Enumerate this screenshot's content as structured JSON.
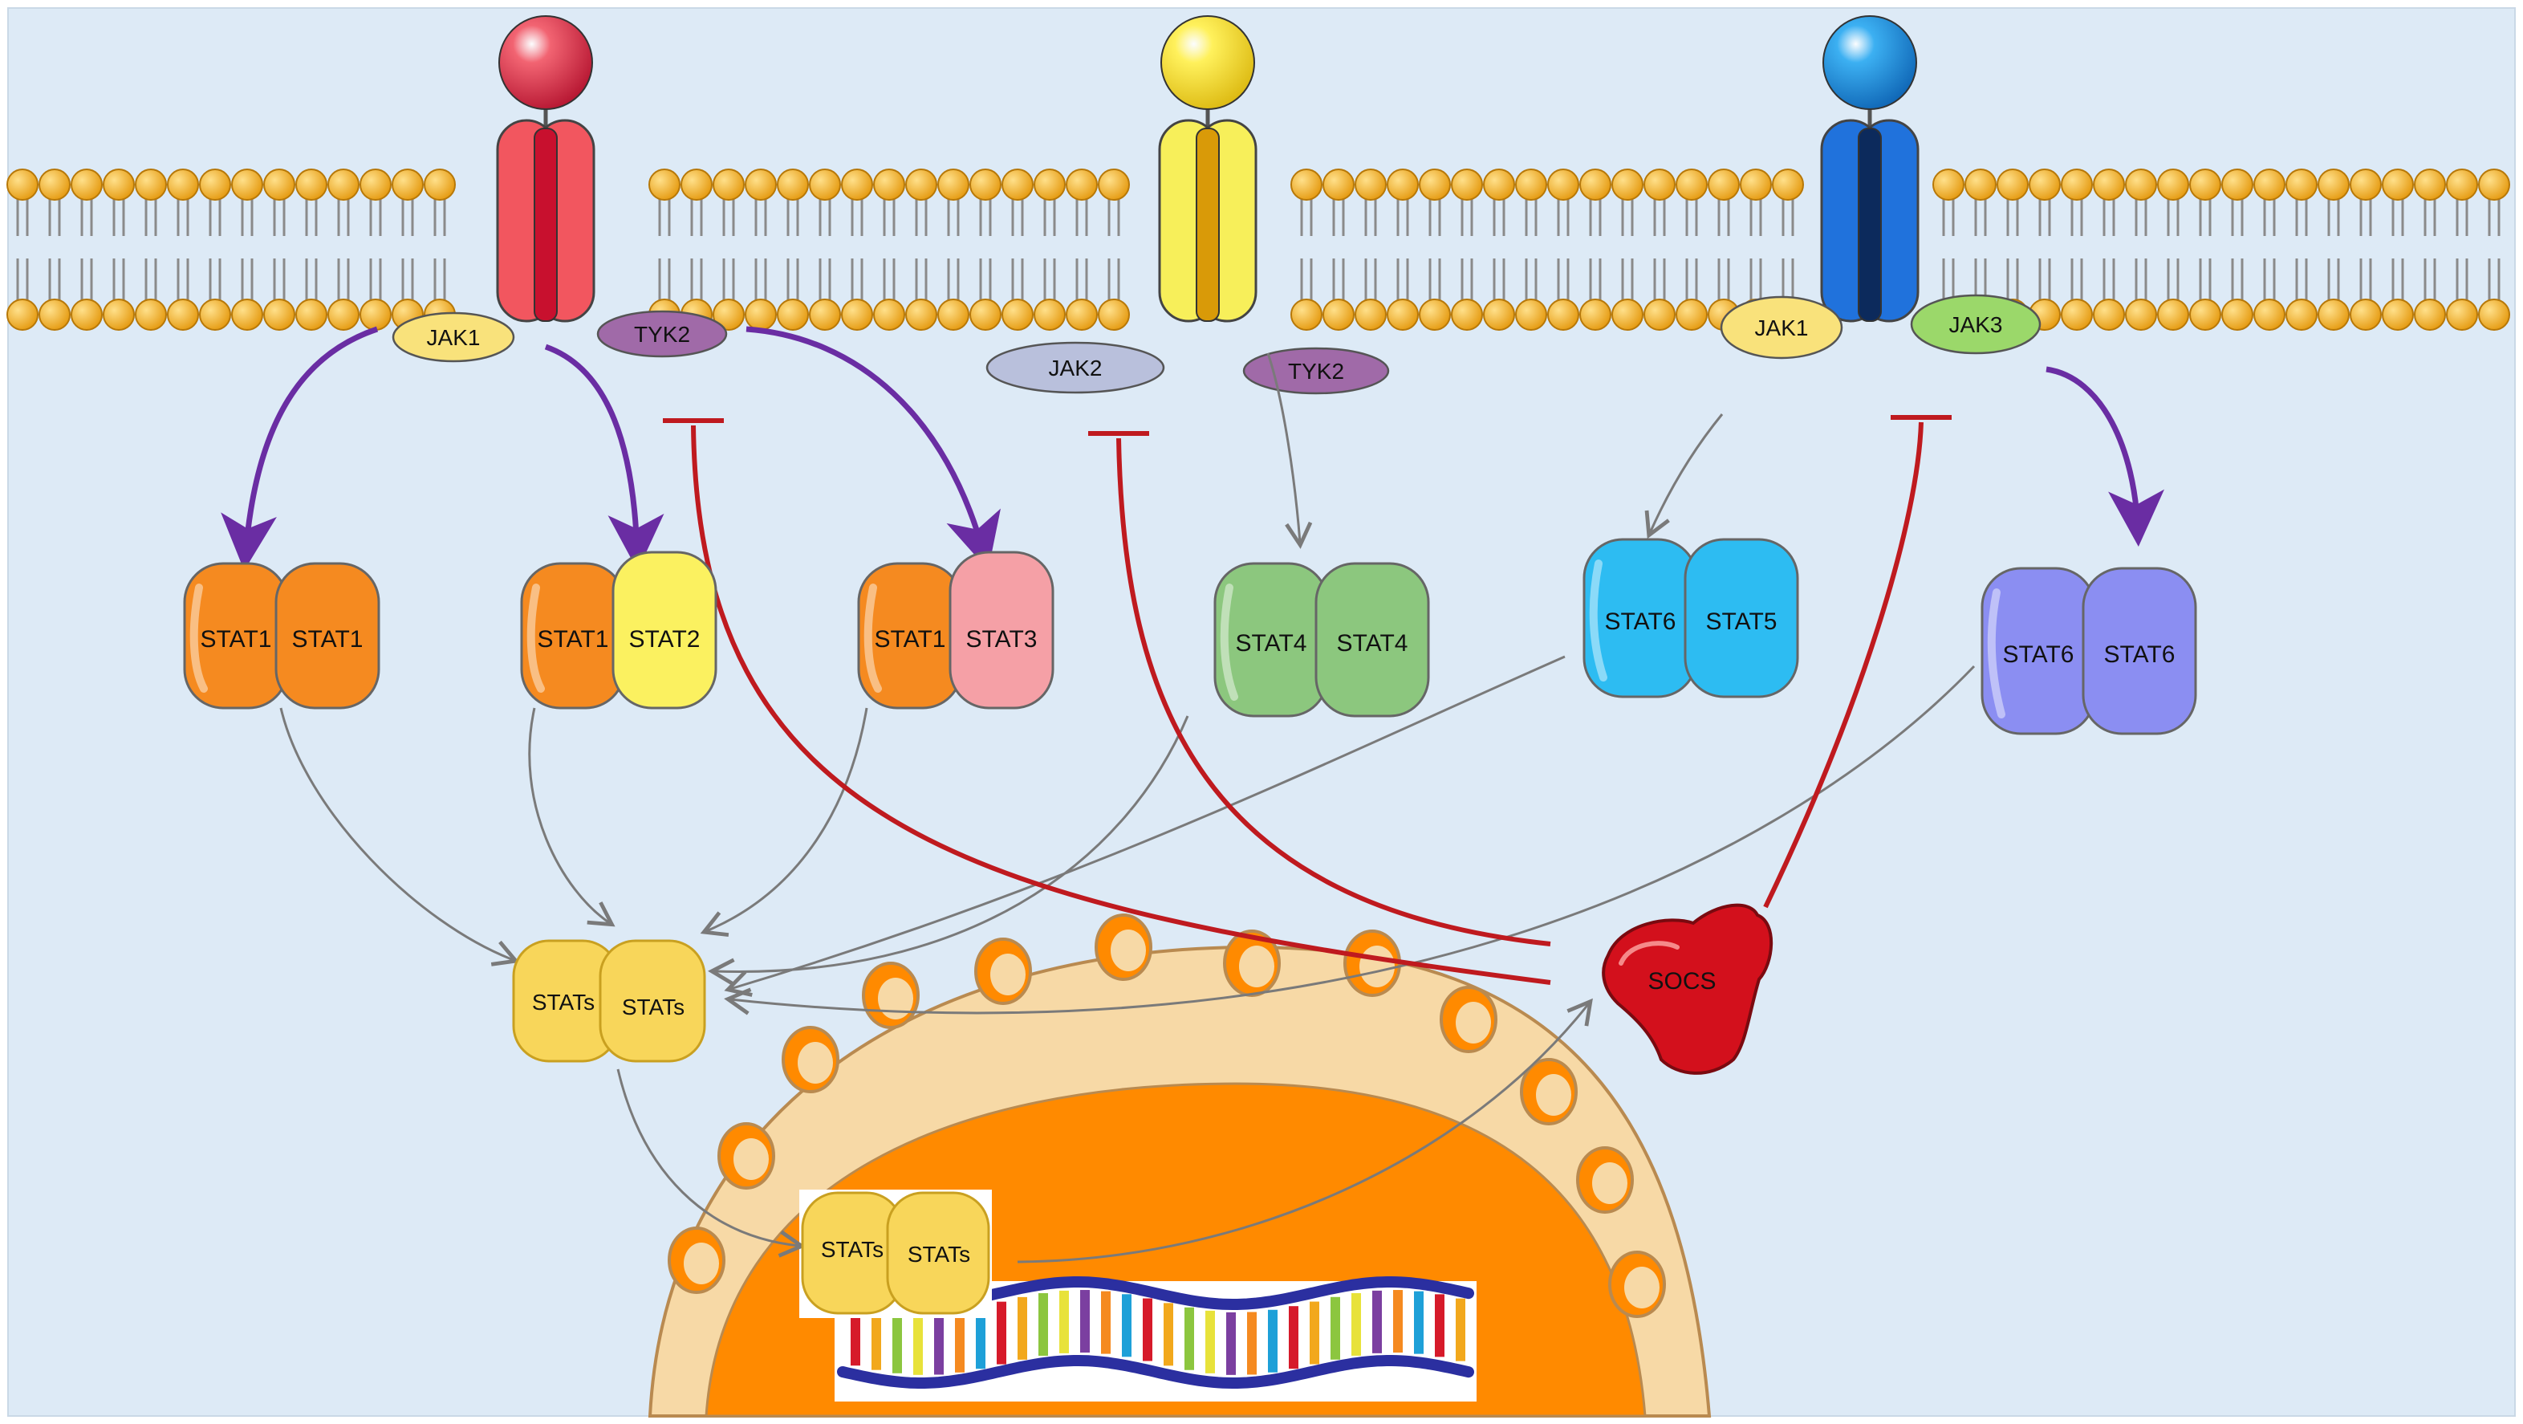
{
  "receptors": [
    {
      "id": "r1",
      "kinases": [
        "JAK1",
        "TYK2"
      ],
      "ball_color": "#d8203e",
      "body_color": "#f2565f",
      "core_color": "#c8102e"
    },
    {
      "id": "r2",
      "kinases": [
        "JAK2",
        "TYK2"
      ],
      "ball_color": "#f3de1a",
      "body_color": "#f7ef5a",
      "core_color": "#d99a08"
    },
    {
      "id": "r3",
      "kinases": [
        "JAK1",
        "JAK3"
      ],
      "ball_color": "#1c8fe0",
      "body_color": "#2072dc",
      "core_color": "#0c2a5c"
    }
  ],
  "kinase_colors": {
    "JAK1": "#f9e27b",
    "TYK2": "#a06aa8",
    "JAK2": "#b9c0dc",
    "JAK3": "#9bd86a"
  },
  "dimers": [
    {
      "id": "d1",
      "left": "STAT1",
      "right": "STAT1",
      "left_color": "#f58a20",
      "right_color": "#f58a20"
    },
    {
      "id": "d2",
      "left": "STAT1",
      "right": "STAT2",
      "left_color": "#f58a20",
      "right_color": "#fbf160"
    },
    {
      "id": "d3",
      "left": "STAT1",
      "right": "STAT3",
      "left_color": "#f58a20",
      "right_color": "#f5a0a6"
    },
    {
      "id": "d4",
      "left": "STAT4",
      "right": "STAT4",
      "left_color": "#8cc77e",
      "right_color": "#8cc77e"
    },
    {
      "id": "d5",
      "left": "STAT6",
      "right": "STAT5",
      "left_color": "#2dbcf2",
      "right_color": "#2dbcf2"
    },
    {
      "id": "d6",
      "left": "STAT6",
      "right": "STAT6",
      "left_color": "#8b8ef2",
      "right_color": "#8b8ef2"
    }
  ],
  "stats_cytoplasm": {
    "left": "STATs",
    "right": "STATs",
    "color": "#f8d65a"
  },
  "stats_nucleus": {
    "left": "STATs",
    "right": "STATs",
    "color": "#f8d65a"
  },
  "socs": {
    "label": "SOCS",
    "color": "#d3101c"
  },
  "colors": {
    "background": "#ddeaf6",
    "lipid_head": "#f2a81c",
    "activation_arrow": "#6a2da3",
    "inhibition_line": "#bf1a1f",
    "flow_arrow": "#7a7a7a",
    "nucleus_envelope": "#f7d9a6",
    "nucleus_inner": "#ff8a00"
  }
}
